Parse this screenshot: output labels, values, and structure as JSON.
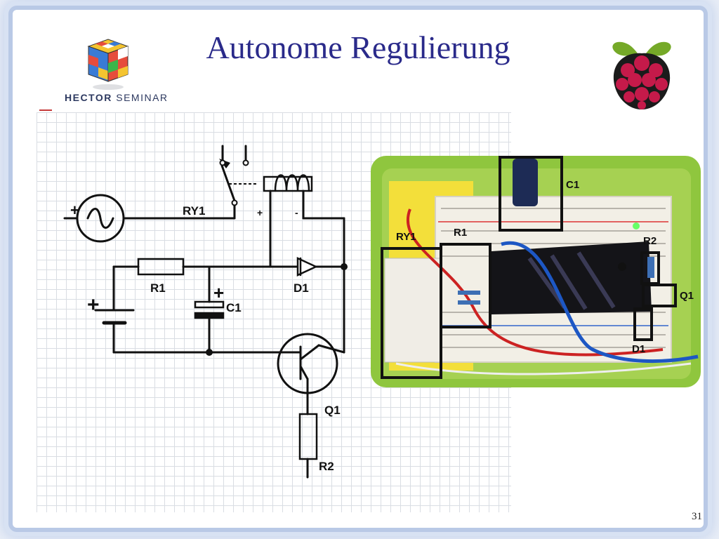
{
  "slide": {
    "title": "Autonome Regulierung",
    "page_number": "31"
  },
  "logo": {
    "brand_bold": "HECTOR",
    "brand_light": "SEMINAR"
  },
  "schematic": {
    "labels": {
      "relay": "RY1",
      "r1": "R1",
      "c1": "C1",
      "d1": "D1",
      "q1": "Q1",
      "r2": "R2",
      "plus_ac": "+",
      "plus_battery": "+",
      "plus_cap": "+",
      "plus_coil": "+",
      "minus_coil": "-"
    }
  },
  "photo": {
    "labels": {
      "c1": "C1",
      "r1": "R1",
      "ry1": "RY1",
      "r2": "R2",
      "q1": "Q1",
      "d1": "D1"
    }
  },
  "colors": {
    "title": "#2a2a8a",
    "box_green": "#8fc63e",
    "breadboard": "#f2efe6"
  }
}
